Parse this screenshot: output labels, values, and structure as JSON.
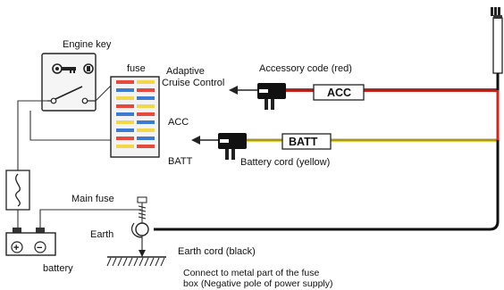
{
  "labels": {
    "engine_key": "Engine key",
    "fuse": "fuse",
    "adaptive_line1": "Adaptive",
    "adaptive_line2": "Cruise Control",
    "acc": "ACC",
    "batt": "BATT",
    "accessory_code": "Accessory code (red)",
    "battery_cord": "Battery cord (yellow)",
    "main_fuse": "Main fuse",
    "earth": "Earth",
    "battery": "battery",
    "earth_cord": "Earth cord (black)",
    "note_line1": "Connect to metal part of the fuse",
    "note_line2": "box (Negative pole of power supply)",
    "acc_tag": "ACC",
    "batt_tag": "BATT",
    "plus": "+",
    "minus": "−"
  },
  "colors": {
    "red_wire": "#d9221a",
    "yellow_wire": "#e8d23a",
    "black_wire": "#111111",
    "line": "#333333",
    "fuse_red": "#e64a3c",
    "fuse_yellow": "#f0d84a",
    "fuse_blue": "#3c7bd0",
    "fuse_box_bg": "#f3f3f3",
    "key_box_bg": "#f5f5f5"
  }
}
